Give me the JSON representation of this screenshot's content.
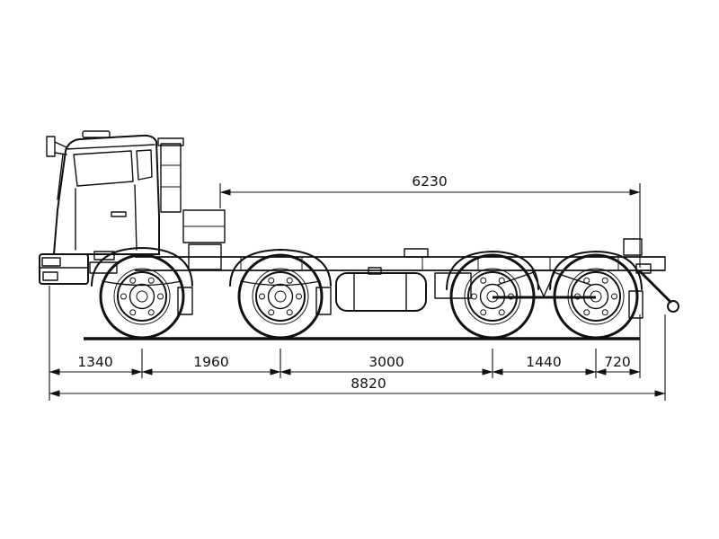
{
  "diagram": {
    "type": "technical-dimension-drawing",
    "subject": "truck-chassis-side-view",
    "background_color": "#ffffff",
    "line_color": "#111111",
    "dimensions": {
      "top_span": "6230",
      "front_overhang": "1340",
      "axle1_to_axle2": "1960",
      "axle2_to_axle3": "3000",
      "axle3_to_axle4": "1440",
      "rear_overhang": "720",
      "overall_length": "8820"
    }
  }
}
